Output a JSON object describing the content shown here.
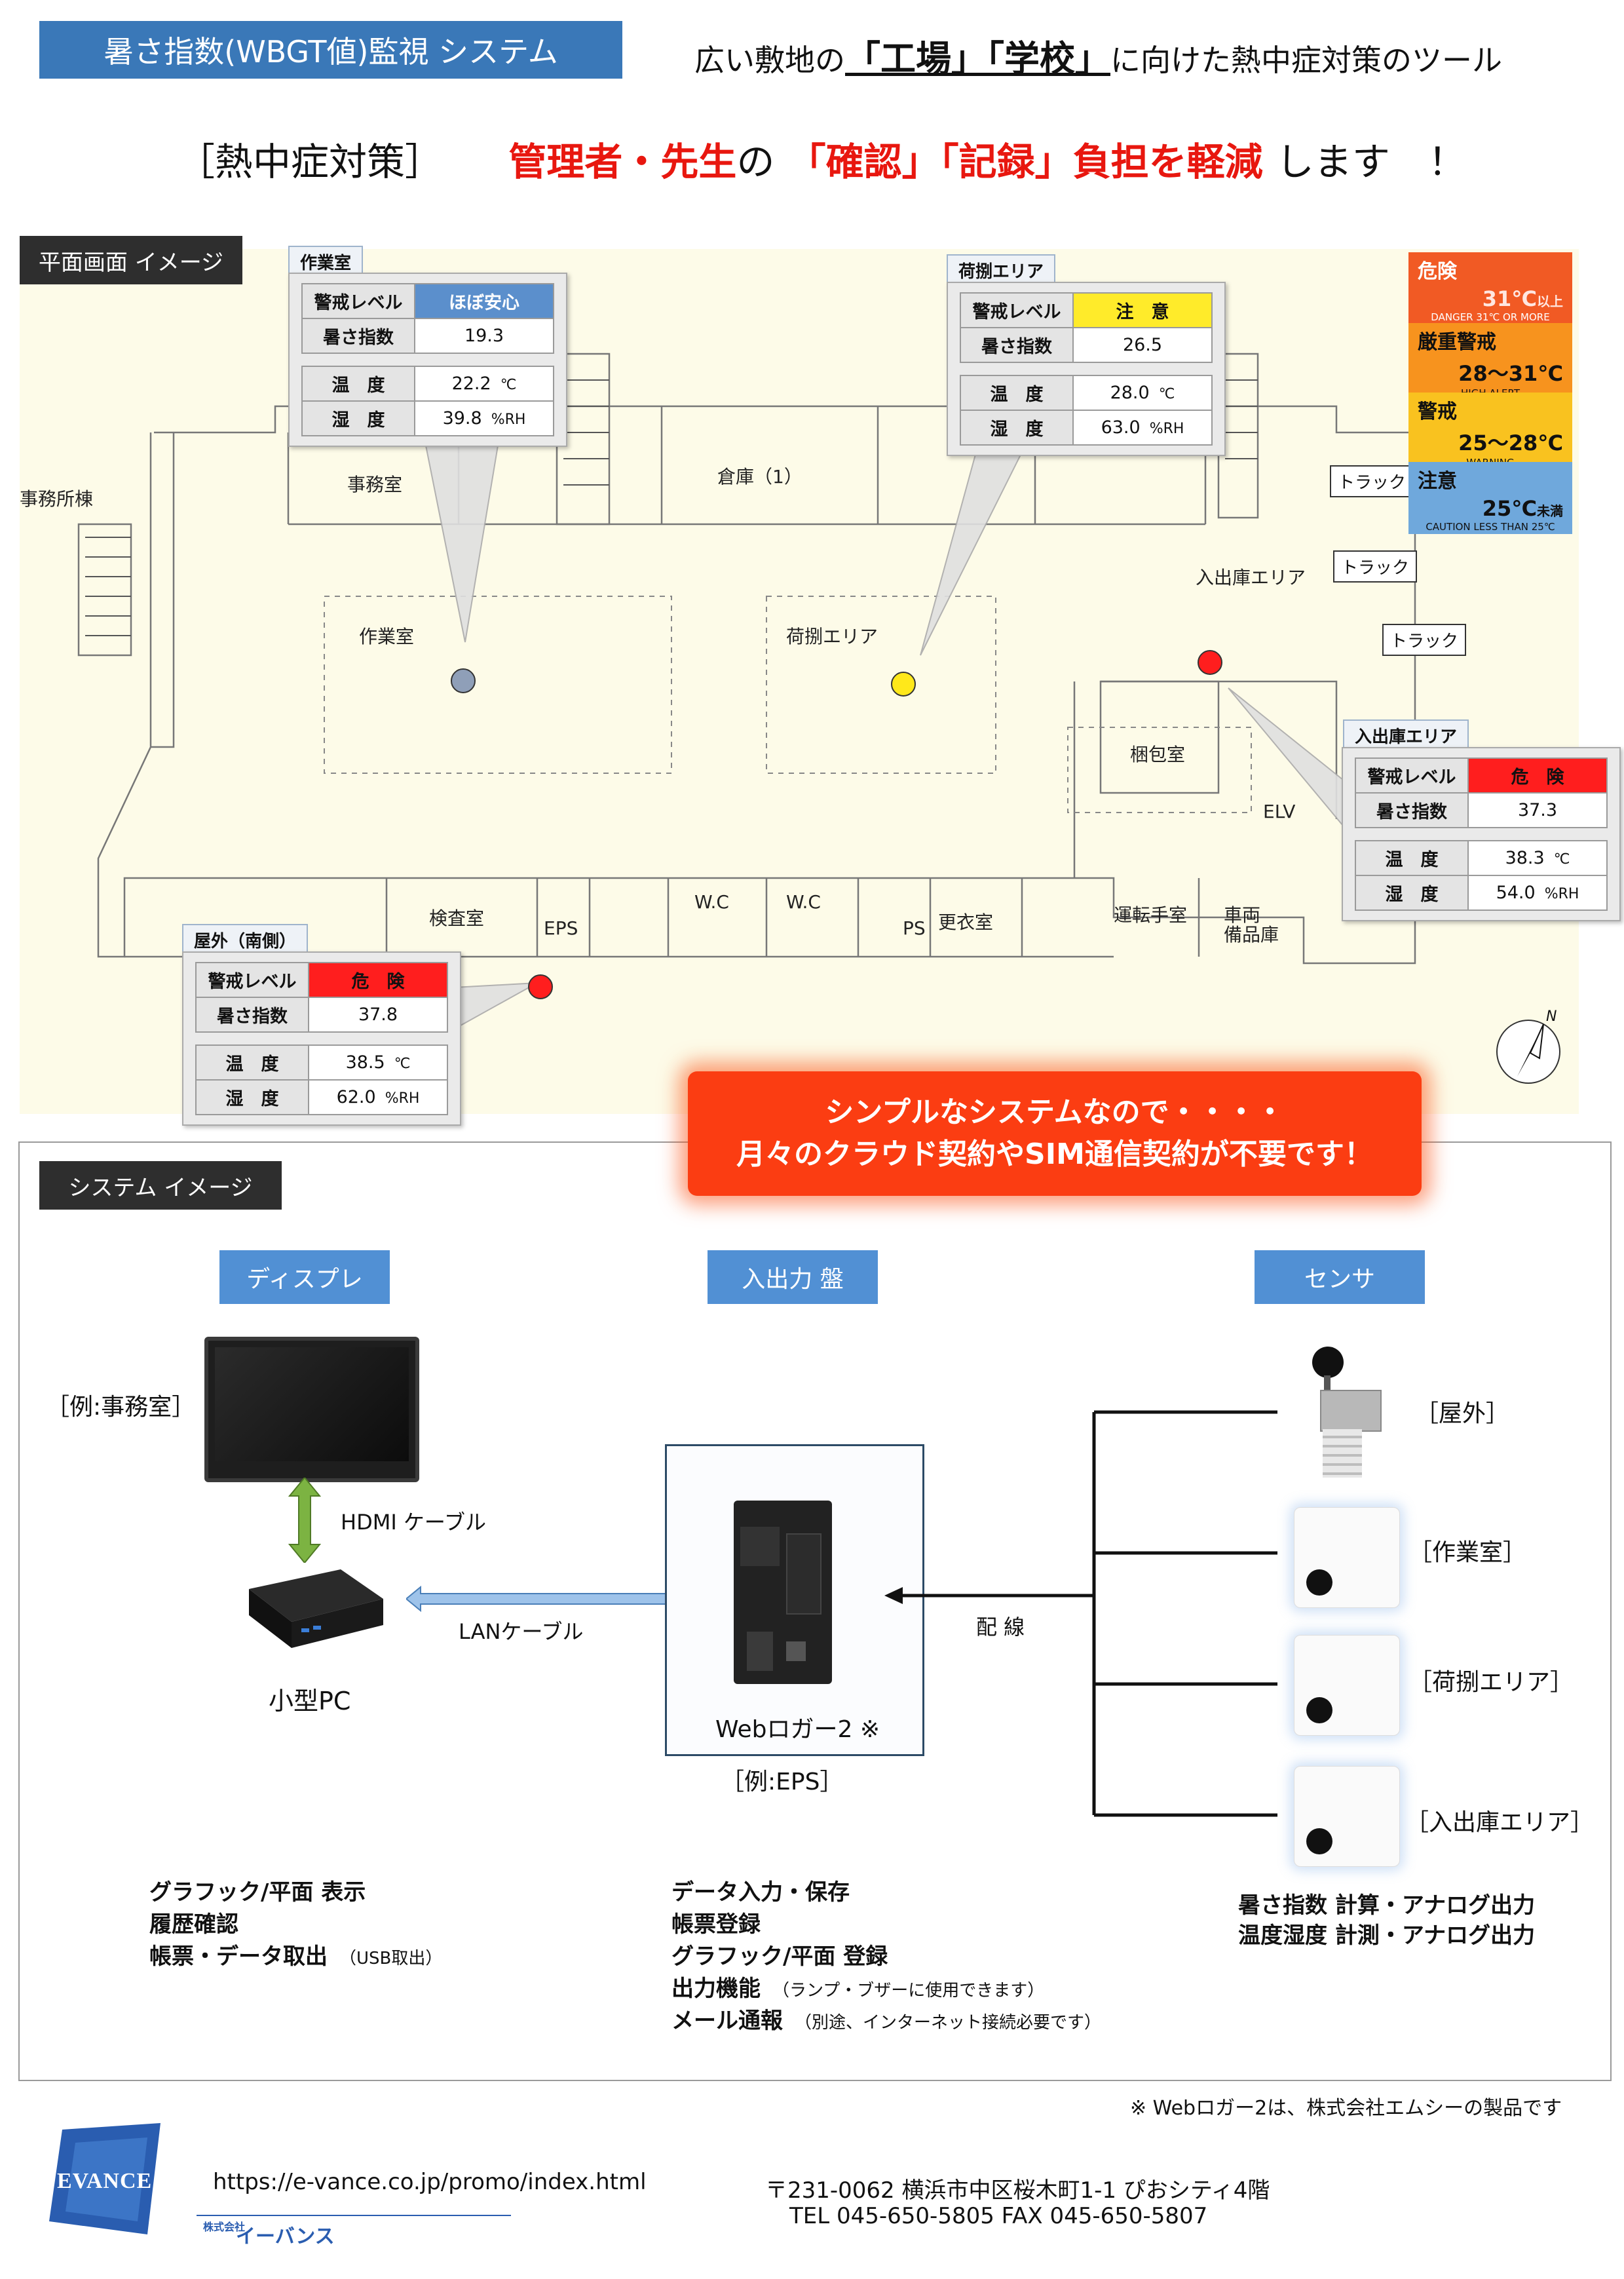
{
  "header": {
    "title": "暑さ指数(WBGT値)監視  システム",
    "subtitle_pre": "広い敷地の",
    "subtitle_big": "「工場」「学校」",
    "subtitle_post": "に向けた熱中症対策のツール",
    "headline_a": "［熱中症対策］",
    "headline_b": "管理者・先生",
    "headline_c": "の",
    "headline_d": "「確認」「記録」負担を軽減",
    "headline_e": "します　！"
  },
  "floor": {
    "tag": "平面画面  イメージ",
    "rooms": {
      "office_building": "事務所棟",
      "office": "事務室",
      "warehouse": "倉庫（1）",
      "workroom": "作業室",
      "unloading": "荷捌エリア",
      "inout_area": "入出庫エリア",
      "packing": "梱包室",
      "elv": "ELV",
      "inspection": "検査室",
      "eps": "EPS",
      "wc1": "W.C",
      "wc2": "W.C",
      "ps": "PS",
      "locker": "更衣室",
      "driver": "運転手室",
      "vehicle_1": "車両",
      "vehicle_2": "備品庫",
      "truck1": "トラック",
      "truck2": "トラック",
      "truck3": "トラック"
    },
    "labels": {
      "level": "警戒レベル",
      "index": "暑さ指数",
      "temp": "温　度",
      "humid": "湿　度",
      "temp_unit": "℃",
      "humid_unit": "%RH"
    },
    "cards": [
      {
        "title": "作業室",
        "level": "ほぼ安心",
        "index": "19.3",
        "temp": "22.2",
        "humid": "39.8"
      },
      {
        "title": "荷捌エリア",
        "level": "注　意",
        "index": "26.5",
        "temp": "28.0",
        "humid": "63.0"
      },
      {
        "title": "入出庫エリア",
        "level": "危　険",
        "index": "37.3",
        "temp": "38.3",
        "humid": "54.0"
      },
      {
        "title": "屋外（南側）",
        "level": "危　険",
        "index": "37.8",
        "temp": "38.5",
        "humid": "62.0"
      }
    ],
    "legend": [
      {
        "name": "危険",
        "range": "31℃",
        "range_sub": "以上",
        "desc": "DANGER 31℃ OR MORE",
        "color": "#f15a24"
      },
      {
        "name": "厳重警戒",
        "range": "28〜31℃",
        "range_sub": "",
        "desc": "HIGH ALERT",
        "color": "#f7931e"
      },
      {
        "name": "警戒",
        "range": "25〜28℃",
        "range_sub": "",
        "desc": "WARNING",
        "color": "#f9c21f"
      },
      {
        "name": "注意",
        "range": "25℃",
        "range_sub": "未満",
        "desc": "CAUTION LESS THAN 25℃",
        "color": "#6fa8dc"
      }
    ],
    "compass": "N"
  },
  "banner": {
    "line1": "シンプルなシステムなので・・・・",
    "line2": "月々のクラウド契約やSIM通信契約が不要です！"
  },
  "system": {
    "tag": "システム  イメージ",
    "col_display": "ディスプレ",
    "col_io": "入出力  盤",
    "col_sensor": "センサ",
    "display_example": "［例:事務室］",
    "hdmi": "HDMI  ケーブル",
    "lan": "LANケーブル",
    "small_pc": "小型PC",
    "logger": "Webロガー2  ※",
    "io_example": "［例:EPS］",
    "wiring": "配  線",
    "sensor_labels": [
      "［屋外］",
      "［作業室］",
      "［荷捌エリア］",
      "［入出庫エリア］"
    ],
    "display_funcs": [
      {
        "text": "グラフック/平面  表示",
        "note": ""
      },
      {
        "text": "履歴確認",
        "note": ""
      },
      {
        "text": "帳票・データ取出",
        "note": "（USB取出）"
      }
    ],
    "io_funcs": [
      {
        "text": "データ入力・保存",
        "note": ""
      },
      {
        "text": "帳票登録",
        "note": ""
      },
      {
        "text": "グラフック/平面  登録",
        "note": ""
      },
      {
        "text": "出力機能",
        "note": "（ランプ・ブザーに使用できます）"
      },
      {
        "text": "メール通報",
        "note": "（別途、インターネット接続必要です）"
      }
    ],
    "sensor_funcs": [
      "暑さ指数  計算・アナログ出力",
      "温度湿度  計測・アナログ出力"
    ],
    "footnote": "※  Webロガー2は、株式会社エムシーの製品です"
  },
  "footer": {
    "logo": "EVANCE",
    "company_small": "株式会社",
    "company": "イーバンス",
    "url": "https://e-vance.co.jp/promo/index.html",
    "address": "〒231-0062  横浜市中区桜木町1-1 ぴおシティ4階",
    "tel": "TEL 045-650-5805  FAX 045-650-5807"
  },
  "colors": {
    "title_blue": "#3a78b8",
    "column_blue": "#5190d4",
    "danger_red": "#ff1e1e",
    "caution_yellow": "#ffeb2a",
    "safe_blue": "#5b8fcc",
    "banner_orange": "#fb3d12",
    "headline_red": "#e8170f"
  }
}
